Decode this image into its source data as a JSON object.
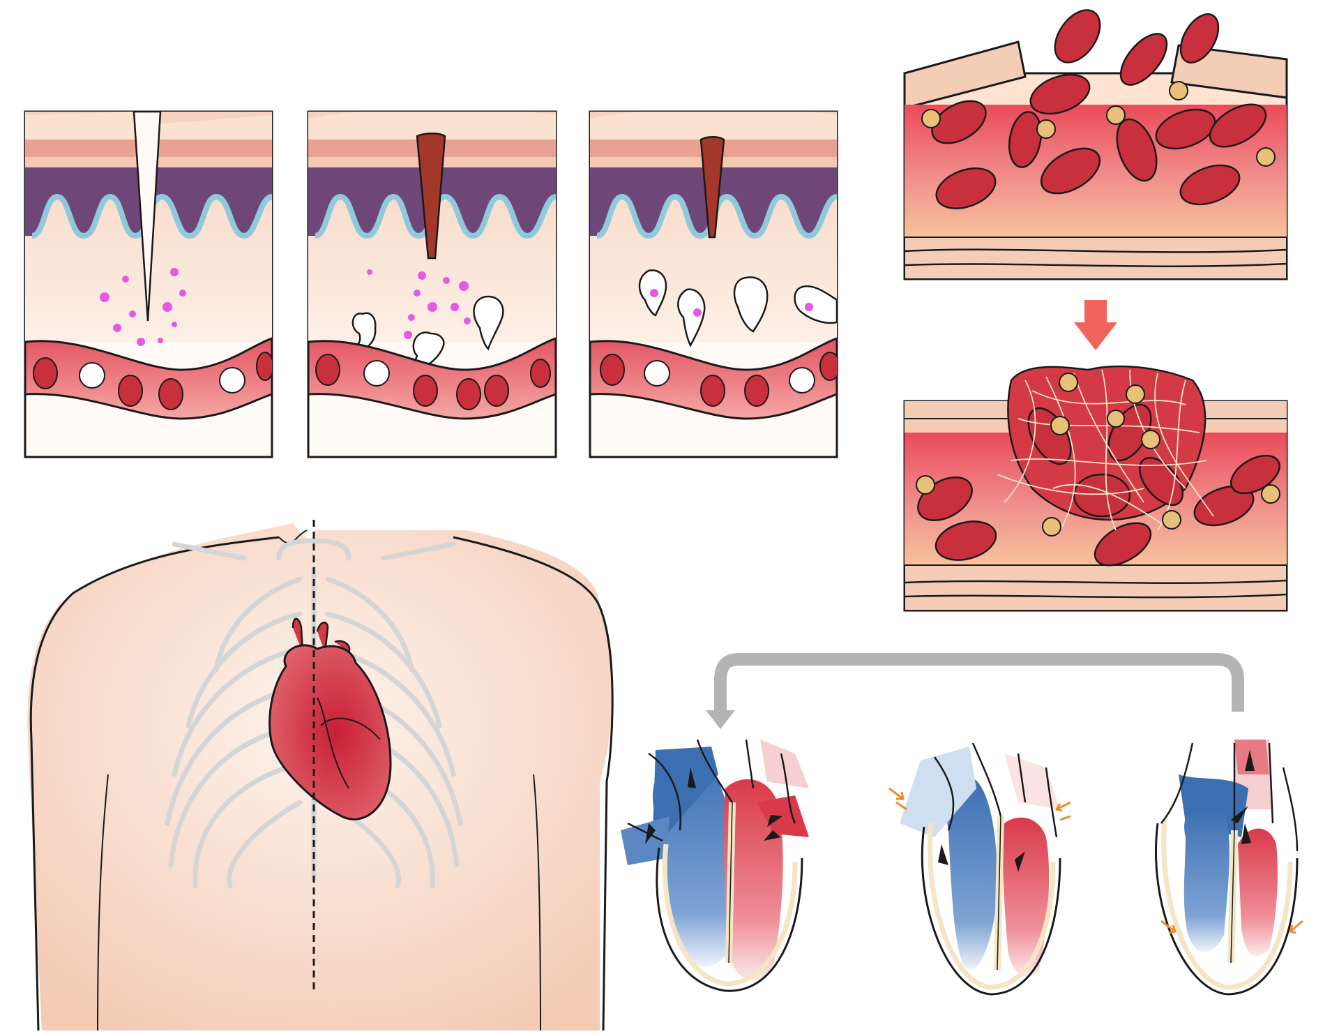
{
  "colors": {
    "outline": "#1a1a1a",
    "skin": "#f6d9c6",
    "skin_light": "#fbe9dc",
    "dermis": "#e9a292",
    "subdermis_pink": "#f1c2b1",
    "melanin_purple": "#6e4677",
    "basal_blue": "#8ec9dc",
    "blood": "#c8303d",
    "blood_light": "#e35563",
    "vessel": "#d8444f",
    "scab": "#a3372a",
    "chemical_magenta": "#e45ae0",
    "platelet": "#e8c07a",
    "fibrin": "#f6e6c8",
    "arrow_red": "#f0645c",
    "bracket_gray": "#b4b4b4",
    "vein_blue": "#3b6fb2",
    "vein_light": "#cfdff0",
    "artery_red": "#d93a4a",
    "heart_wall": "#f4e6c4",
    "contraction_orange": "#f08a2c",
    "ribcage_gray": "#d5d5d5"
  },
  "panels": {
    "skin_wound": [
      {
        "stage": "cut"
      },
      {
        "stage": "scab-with-white-cells"
      },
      {
        "stage": "white-cells-engulfing"
      }
    ],
    "clotting": [
      {
        "stage": "broken-vessel"
      },
      {
        "stage": "fibrin-clot"
      }
    ],
    "heart_cycle": [
      {
        "stage": "atria-filling"
      },
      {
        "stage": "atrial-contraction"
      },
      {
        "stage": "ventricular-ejection"
      }
    ]
  },
  "icons": {
    "process_arrow": "down-arrow-icon",
    "cycle_bracket": "return-bracket-arrow-icon",
    "chest": "torso-heart-ribcage-illustration"
  }
}
